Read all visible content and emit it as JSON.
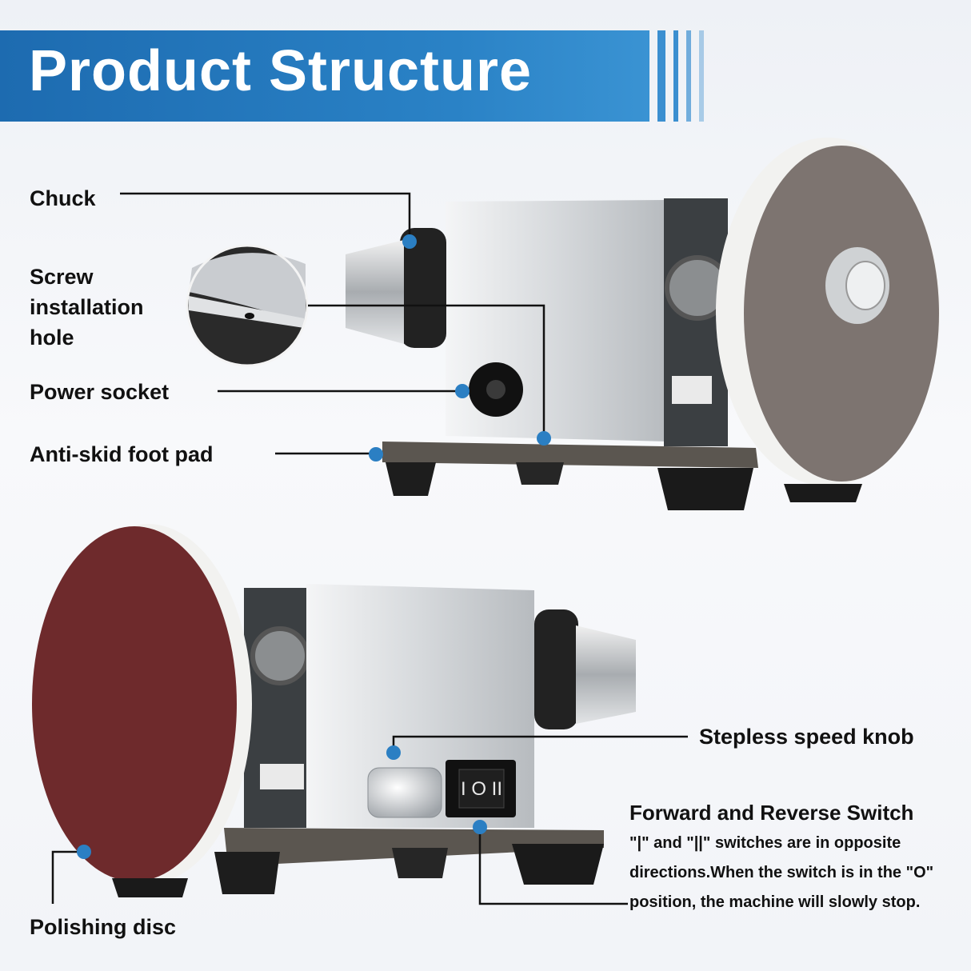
{
  "header": {
    "title": "Product Structure"
  },
  "labels": {
    "chuck": "Chuck",
    "screw_hole": "Screw installation hole",
    "power_socket": "Power socket",
    "foot_pad": "Anti-skid foot pad",
    "speed_knob": "Stepless speed knob",
    "fr_switch": "Forward and Reverse Switch",
    "fr_switch_desc": "\"|\" and \"||\" switches are in opposite directions.When the switch is in the \"O\" position, the machine will slowly stop.",
    "polishing_disc": "Polishing disc"
  },
  "switch_glyph": "I O II",
  "colors": {
    "banner": "#2a82c6",
    "marker": "#2b7fc3",
    "disc_gray": "#7d7470",
    "disc_red": "#6e2a2c",
    "steel": "#d7dadd"
  }
}
